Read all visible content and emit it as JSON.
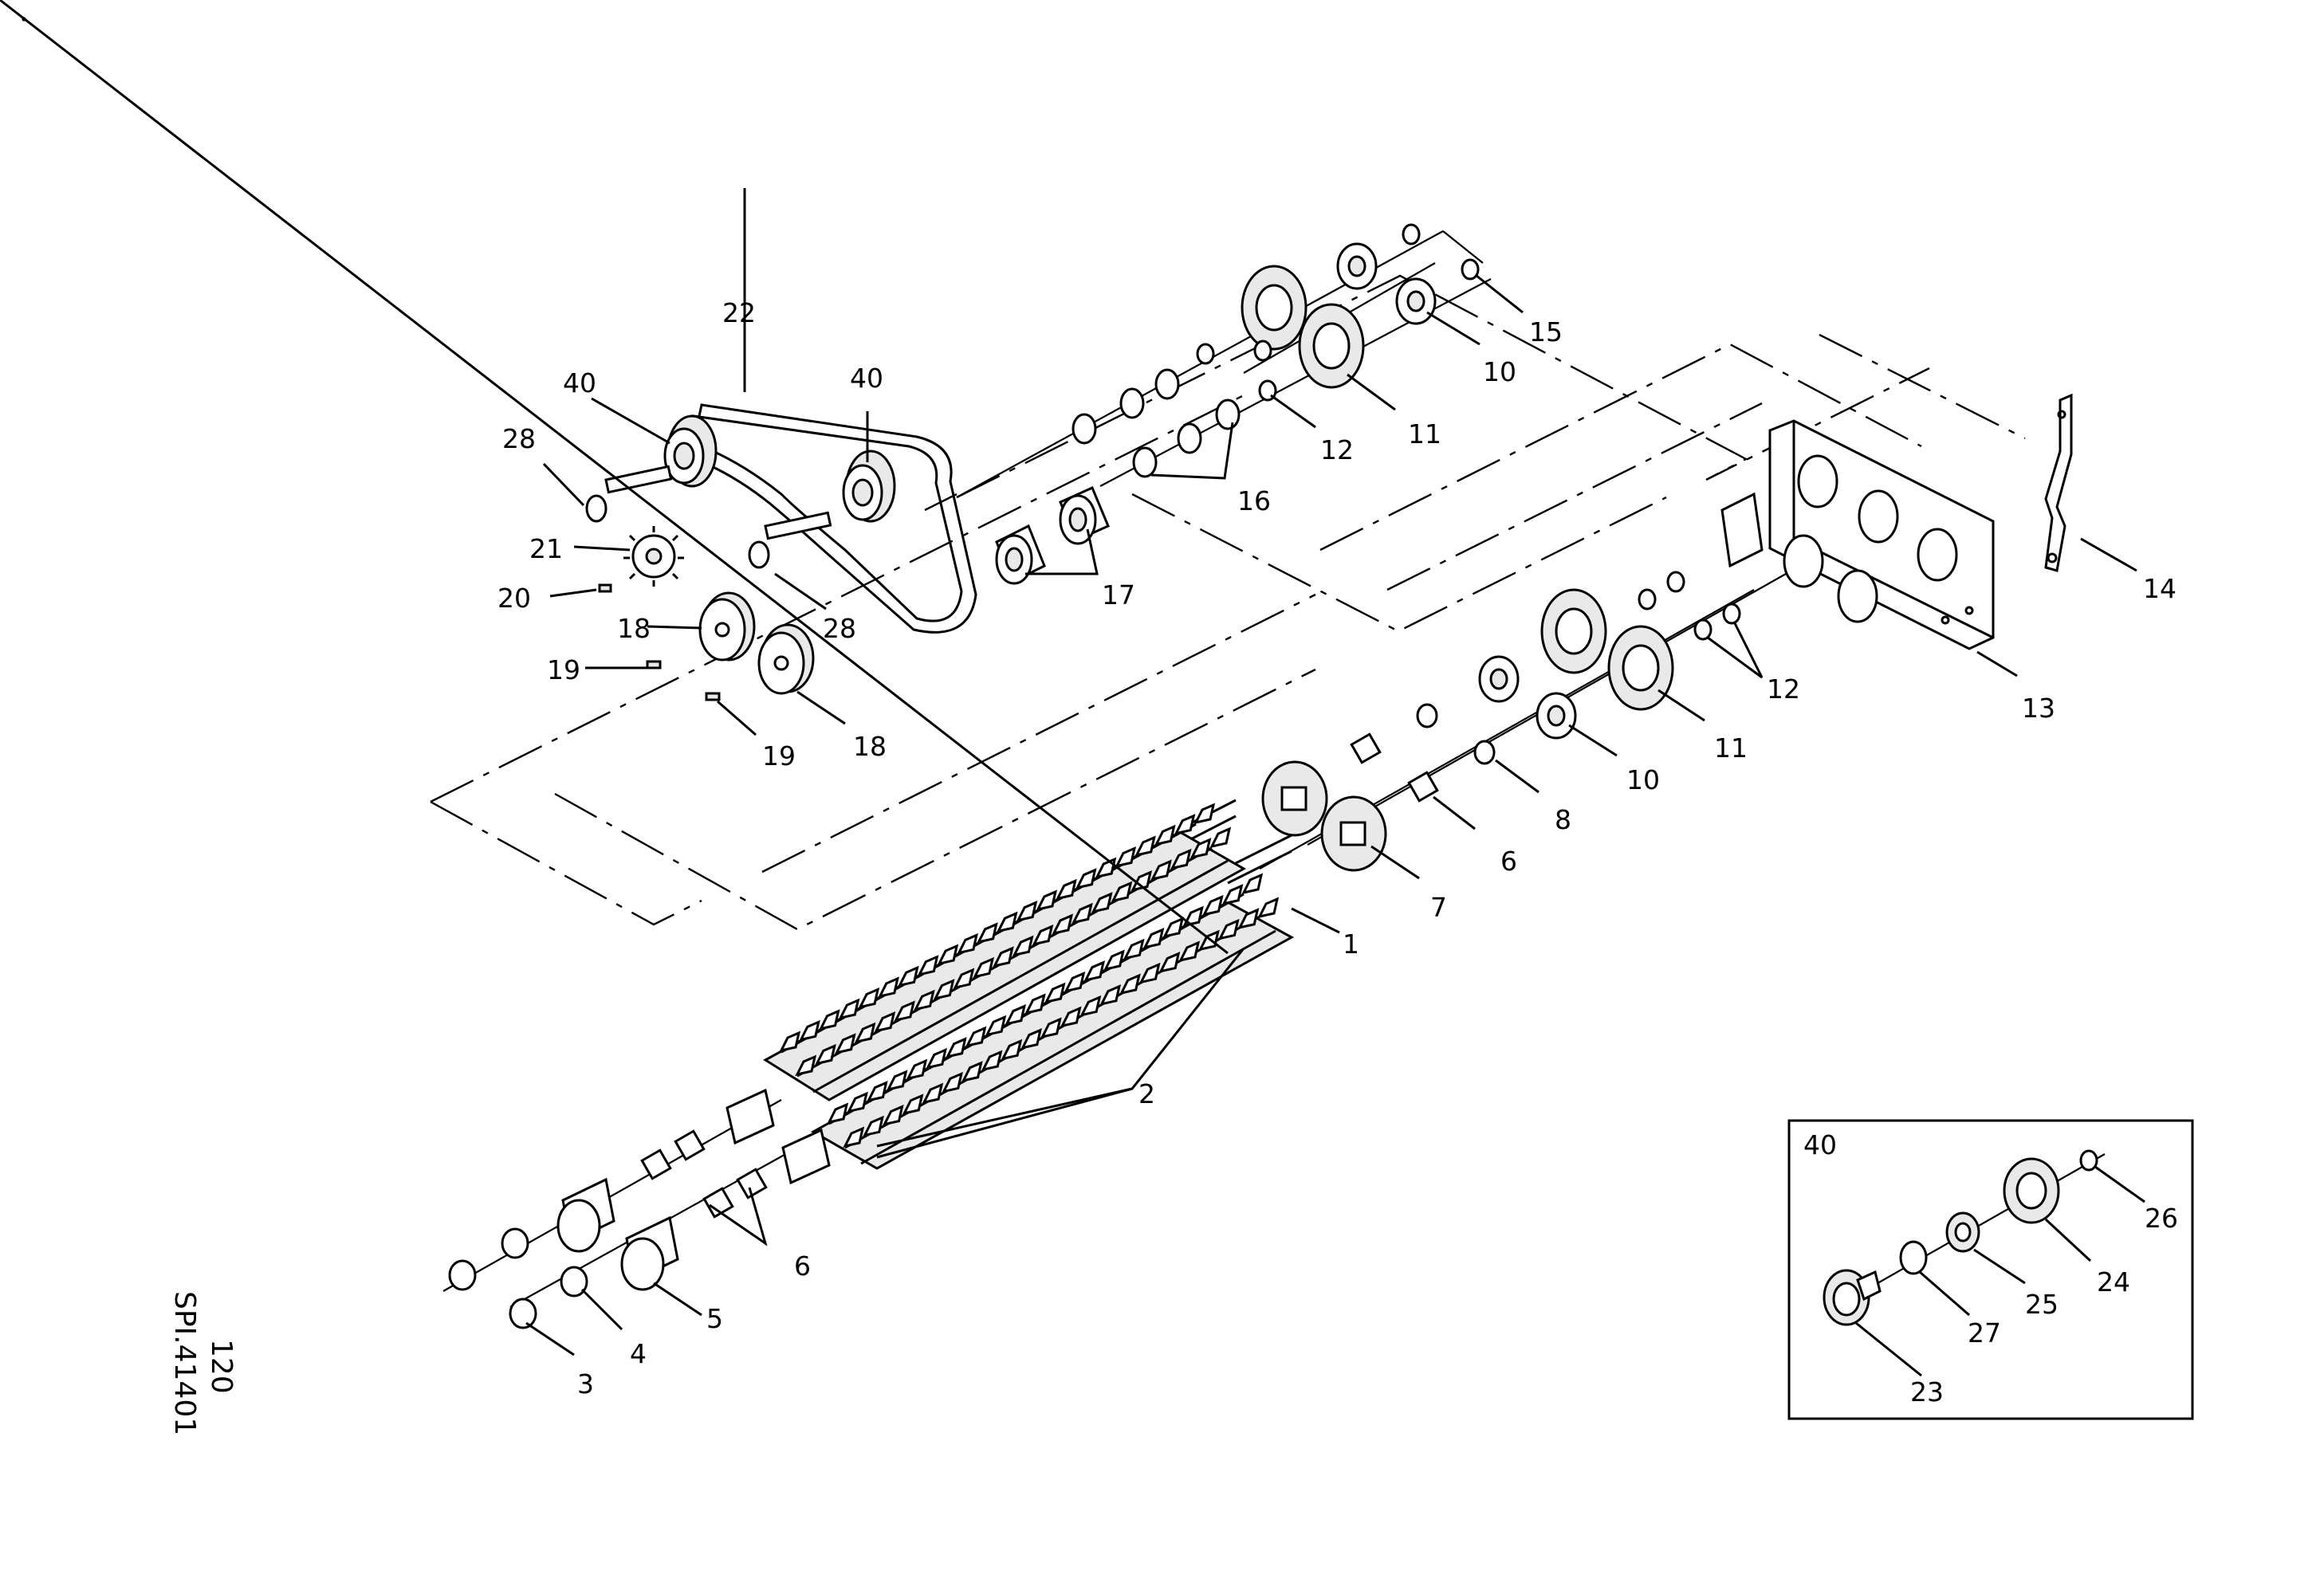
{
  "drawing": {
    "code": "SPI.41401",
    "page": "120"
  },
  "callouts": [
    {
      "id": "c1",
      "text": "1"
    },
    {
      "id": "c2",
      "text": "2"
    },
    {
      "id": "c3",
      "text": "3"
    },
    {
      "id": "c4",
      "text": "4"
    },
    {
      "id": "c5",
      "text": "5"
    },
    {
      "id": "c6a",
      "text": "6"
    },
    {
      "id": "c6b",
      "text": "6"
    },
    {
      "id": "c7",
      "text": "7"
    },
    {
      "id": "c8",
      "text": "8"
    },
    {
      "id": "c10a",
      "text": "10"
    },
    {
      "id": "c10b",
      "text": "10"
    },
    {
      "id": "c11a",
      "text": "11"
    },
    {
      "id": "c11b",
      "text": "11"
    },
    {
      "id": "c12a",
      "text": "12"
    },
    {
      "id": "c12b",
      "text": "12"
    },
    {
      "id": "c13",
      "text": "13"
    },
    {
      "id": "c14",
      "text": "14"
    },
    {
      "id": "c15",
      "text": "15"
    },
    {
      "id": "c16",
      "text": "16"
    },
    {
      "id": "c17",
      "text": "17"
    },
    {
      "id": "c18a",
      "text": "18"
    },
    {
      "id": "c18b",
      "text": "18"
    },
    {
      "id": "c19a",
      "text": "19"
    },
    {
      "id": "c19b",
      "text": "19"
    },
    {
      "id": "c20",
      "text": "20"
    },
    {
      "id": "c21",
      "text": "21"
    },
    {
      "id": "c22",
      "text": "22"
    },
    {
      "id": "c28a",
      "text": "28"
    },
    {
      "id": "c28b",
      "text": "28"
    },
    {
      "id": "c40a",
      "text": "40"
    },
    {
      "id": "c40b",
      "text": "40"
    }
  ],
  "detail_box": {
    "title": "40",
    "callouts": [
      {
        "id": "d23",
        "text": "23"
      },
      {
        "id": "d24",
        "text": "24"
      },
      {
        "id": "d25",
        "text": "25"
      },
      {
        "id": "d26",
        "text": "26"
      },
      {
        "id": "d27",
        "text": "27"
      }
    ]
  }
}
